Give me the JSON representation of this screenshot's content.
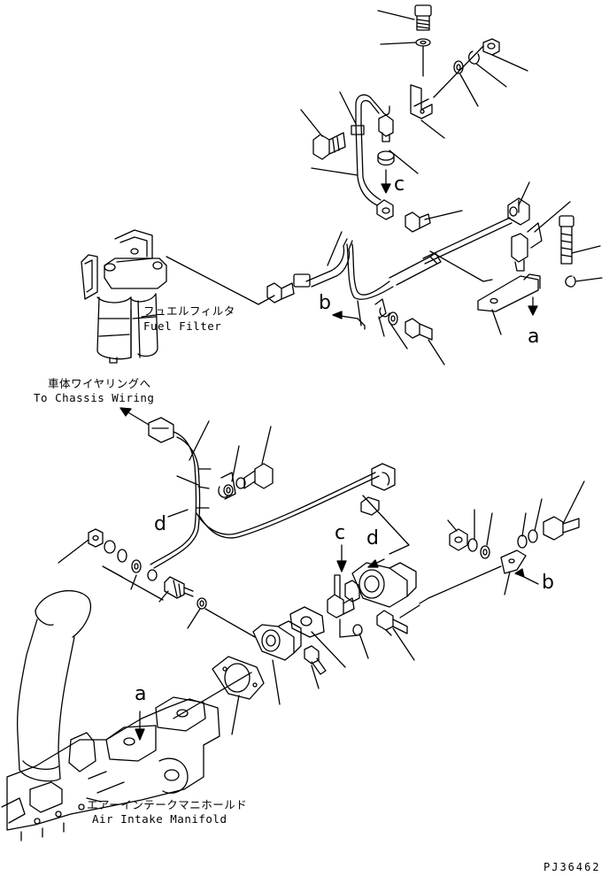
{
  "diagram": {
    "labels": {
      "fuel_filter_jp": "フュエルフィルタ",
      "fuel_filter_en": "Fuel Filter",
      "chassis_jp": "車体ワイヤリングへ",
      "chassis_en": "To Chassis Wiring",
      "manifold_jp": "エアーインテークマニホールド",
      "manifold_en": "Air Intake Manifold"
    },
    "view_refs": {
      "a_top": "a",
      "b_top": "b",
      "c_top": "c",
      "d_wire": "d",
      "c_mid": "c",
      "d_mid": "d",
      "b_mid": "b",
      "a_bottom": "a"
    },
    "drawing_code": "PJ36462"
  }
}
